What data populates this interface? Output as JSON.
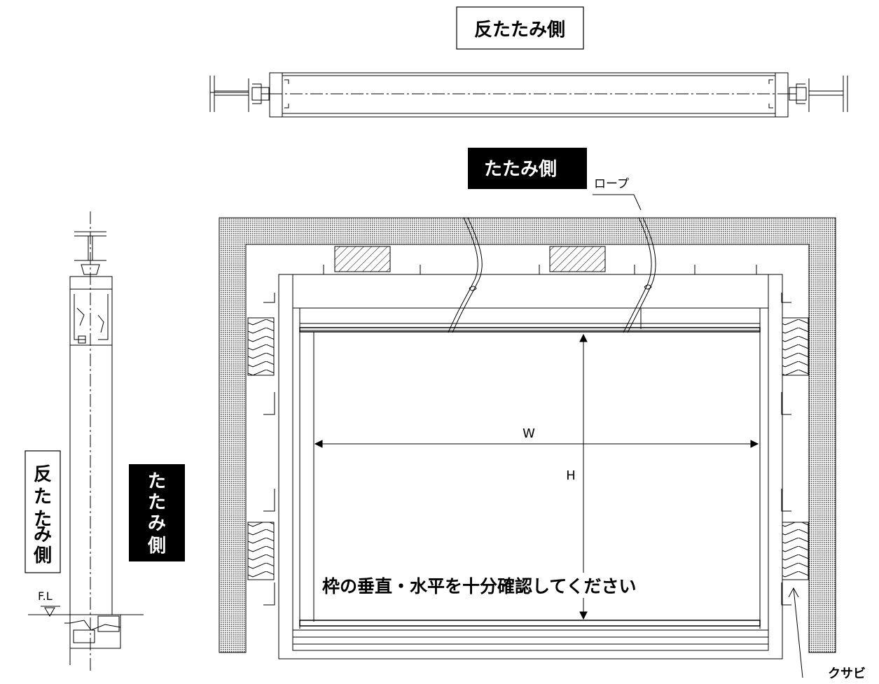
{
  "labels": {
    "top_non_fold": "反たたみ側",
    "top_fold": "たたみ側",
    "rope": "ロープ",
    "width_dim": "W",
    "height_dim": "H",
    "instruction": "枠の垂直・水平を十分確認してください",
    "wedge": "クサビ",
    "floor_level": "F.L",
    "side_non_fold_chars": [
      "反",
      "た",
      "た",
      "み",
      "側"
    ],
    "side_fold_chars": [
      "た",
      "た",
      "み",
      "側"
    ]
  },
  "colors": {
    "line": "#000000",
    "wall_hatch": "#555555",
    "fold_label_bg": "#000000",
    "fold_label_text": "#ffffff"
  }
}
